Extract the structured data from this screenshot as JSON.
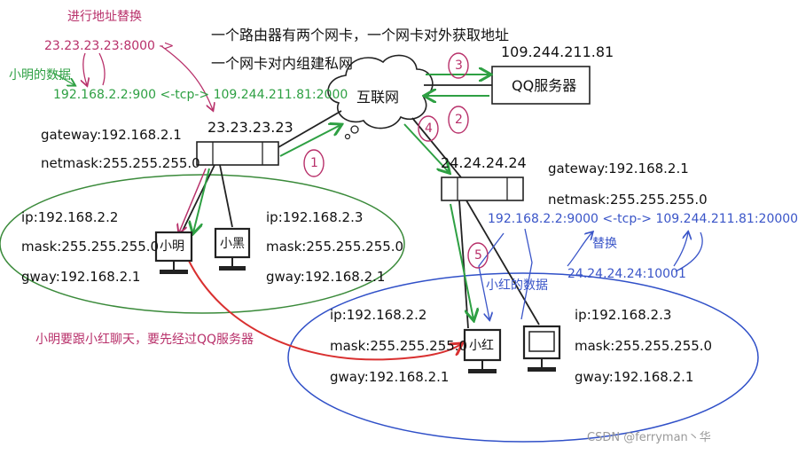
{
  "title": {
    "line1": "一个路由器有两个网卡，一个网卡对外获取地址",
    "line2": "一个网卡对内组建私网"
  },
  "cloud_label": "互联网",
  "qq_server": {
    "label": "QQ服务器",
    "ip": "109.244.211.81"
  },
  "router_left": {
    "public_ip": "23.23.23.23",
    "gateway": "gateway:192.168.2.1",
    "netmask": "netmask:255.255.255.0"
  },
  "router_right": {
    "public_ip": "24.24.24.24",
    "gateway": "gateway:192.168.2.1",
    "netmask": "netmask:255.255.255.0"
  },
  "left_network": {
    "pc1": {
      "name": "小明",
      "ip": "ip:192.168.2.2",
      "mask": "mask:255.255.255.0",
      "gway": "gway:192.168.2.1"
    },
    "pc2": {
      "name": "小黑",
      "ip": "ip:192.168.2.3",
      "mask": "mask:255.255.255.0",
      "gway": "gway:192.168.2.1"
    }
  },
  "right_network": {
    "pc1": {
      "name": "小红",
      "ip": "ip:192.168.2.2",
      "mask": "mask:255.255.255.0",
      "gway": "gway:192.168.2.1"
    },
    "pc2": {
      "ip": "ip:192.168.2.3",
      "mask": "mask:255.255.255.0",
      "gway": "gway:192.168.2.1"
    }
  },
  "annotations": {
    "replace_left": "进行地址替换",
    "nat_left": "23.23.23.23:8000 ->",
    "xiaoming_data": "小明的数据",
    "conn_left": "192.168.2.2:900 <-tcp-> 109.244.211.81:2000",
    "conn_right": "192.168.2.2:9000 <-tcp-> 109.244.211.81:20000",
    "replace_right": "替换",
    "nat_right": "24.24.24.24:10001",
    "xiaohong_data": "小红的数据",
    "chat_note": "小明要跟小红聊天，要先经过QQ服务器"
  },
  "steps": [
    "1",
    "2",
    "3",
    "4",
    "5"
  ],
  "watermark": "CSDN @ferryman丶华",
  "colors": {
    "pink": "#b8306a",
    "green": "#2ea043",
    "blue": "#3a55c8",
    "red": "#d93030"
  }
}
